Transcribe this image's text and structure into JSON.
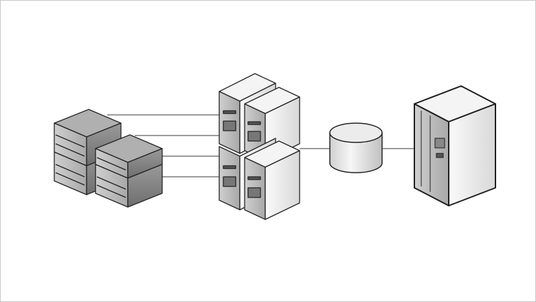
{
  "diagram": {
    "nodes": [
      {
        "id": "rack-servers",
        "icon": "rack-server-cluster-icon",
        "count": 4
      },
      {
        "id": "tower-servers",
        "icon": "tower-server-cluster-icon",
        "count": 4
      },
      {
        "id": "storage",
        "icon": "database-cylinder-icon"
      },
      {
        "id": "mainframe",
        "icon": "mainframe-cabinet-icon"
      }
    ],
    "connections": [
      {
        "from": "rack-servers",
        "to": "tower-servers",
        "count": 4
      },
      {
        "from": "tower-servers",
        "to": "storage",
        "count": 1
      },
      {
        "from": "storage",
        "to": "mainframe",
        "count": 1
      }
    ],
    "colors": {
      "line": "#7a7a7a",
      "outline": "#1e1e1e",
      "face_light": "#f2f2f2",
      "face_mid": "#d0d0d0",
      "face_dark": "#8a8a8a"
    }
  }
}
